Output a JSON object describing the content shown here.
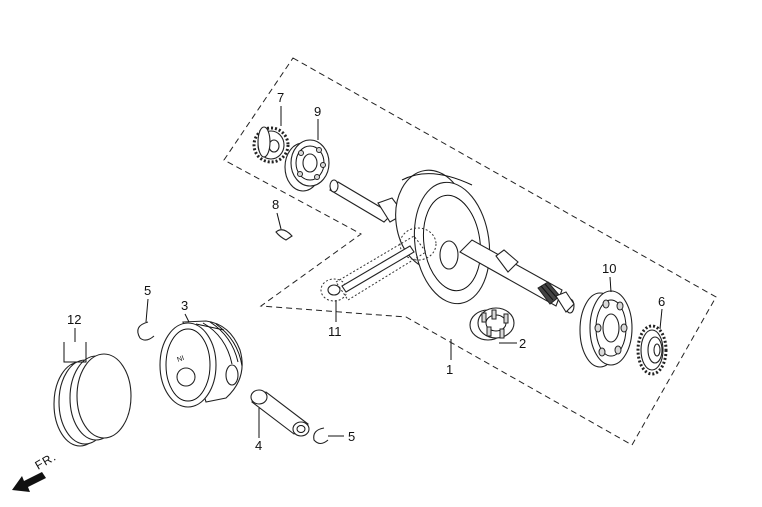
{
  "callouts": {
    "c1": "1",
    "c2": "2",
    "c3": "3",
    "c4": "4",
    "c5a": "5",
    "c5b": "5",
    "c6": "6",
    "c7": "7",
    "c8": "8",
    "c9": "9",
    "c10": "10",
    "c11": "11",
    "c12": "12"
  },
  "front_marker": {
    "label": "FR."
  },
  "piston": {
    "marking": "NI"
  }
}
